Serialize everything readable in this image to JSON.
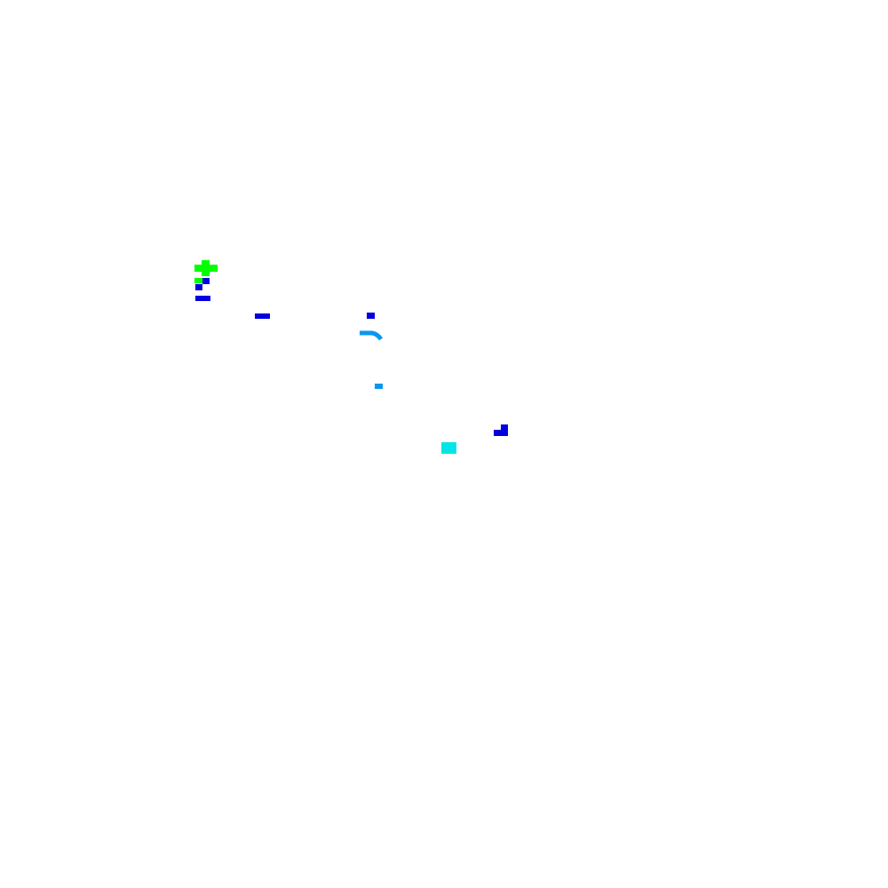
{
  "canvas": {
    "background": "#ffffff"
  },
  "palette": {
    "green": "#00ff00",
    "blue": "#0000e0",
    "sky": "#0a96f0",
    "cyan": "#00e6e6"
  },
  "marks": [
    {
      "name": "green-cross-mark",
      "color": "green"
    },
    {
      "name": "green-stub-mark",
      "color": "green"
    },
    {
      "name": "blue-square-mark-1",
      "color": "blue"
    },
    {
      "name": "blue-square-mark-2",
      "color": "blue"
    },
    {
      "name": "blue-dash-mark-1",
      "color": "blue"
    },
    {
      "name": "blue-dash-mark-2",
      "color": "blue"
    },
    {
      "name": "blue-dot-mark",
      "color": "blue"
    },
    {
      "name": "sky-hook-mark",
      "color": "sky"
    },
    {
      "name": "sky-dot-mark",
      "color": "sky"
    },
    {
      "name": "blue-step-mark",
      "color": "blue"
    },
    {
      "name": "cyan-block-mark",
      "color": "cyan"
    }
  ]
}
